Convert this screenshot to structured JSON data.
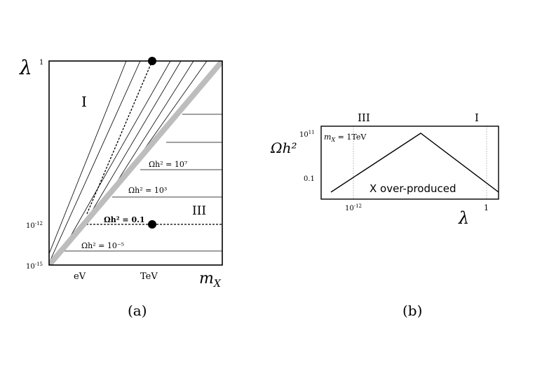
{
  "panel_a": {
    "y_axis_label": "λ",
    "x_axis_label_main": "m",
    "x_axis_label_sub": "X",
    "y_tick_top": "1",
    "y_tick_mid": "10",
    "y_tick_mid_exp": "-12",
    "y_tick_bottom": "10",
    "y_tick_bottom_exp": "-15",
    "x_tick_ev": "eV",
    "x_tick_tev": "TeV",
    "region_i": "I",
    "region_iii": "III",
    "contour_1e7": "Ωh² = 10⁷",
    "contour_1e3": "Ωh² = 10³",
    "contour_01": "Ωh² = 0.1",
    "contour_1e-5": "Ωh² = 10⁻⁵",
    "caption": "(a)"
  },
  "panel_b": {
    "y_axis_label": "Ωh²",
    "x_axis_label": "λ",
    "y_tick_top": "10",
    "y_tick_top_exp": "11",
    "y_tick_bottom": "0.1",
    "x_tick_left": "10",
    "x_tick_left_exp": "-12",
    "x_tick_right": "1",
    "region_iii": "III",
    "region_i": "I",
    "mass_label_m": "m",
    "mass_label_sub": "X",
    "mass_label_rest": " = 1TeV",
    "overproduced_label": "X over-produced",
    "caption": "(b)"
  },
  "colors": {
    "ink": "#000000",
    "diagonal_band": "#bdbdbd",
    "guide": "#999999"
  }
}
